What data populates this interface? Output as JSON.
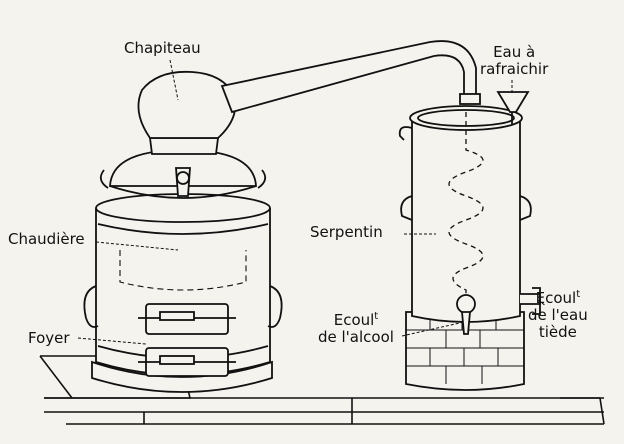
{
  "labels": {
    "chapiteau": "Chapiteau",
    "eau_line1": "Eau à",
    "eau_line2": "rafraichir",
    "chaudiere": "Chaudière",
    "serpentin": "Serpentin",
    "foyer": "Foyer",
    "alcool_line1": "Ecoul",
    "alcool_sup": "t",
    "alcool_line2": "de l'alcool",
    "eau_tiede_line1": "Ecoul",
    "eau_tiede_sup": "t",
    "eau_tiede_line2": "de l'eau",
    "eau_tiede_line3": "tiède"
  },
  "colors": {
    "ink": "#111111",
    "paper": "#f4f3ee"
  }
}
